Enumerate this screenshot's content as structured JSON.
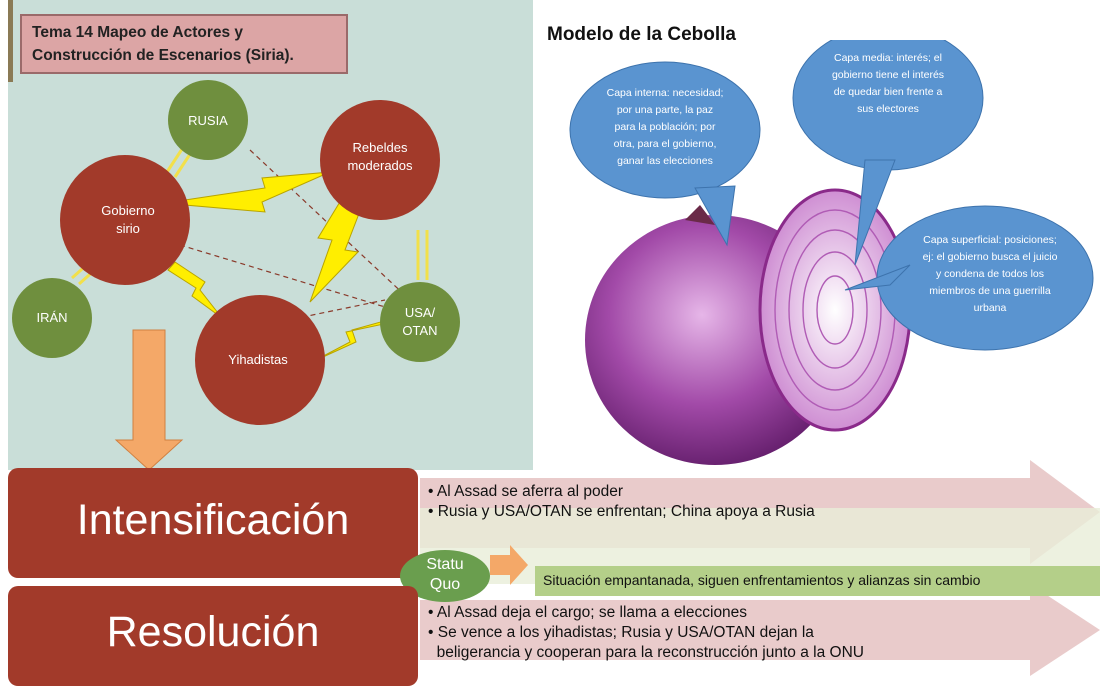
{
  "title": "Tema  14 Mapeo de  Actores y\nConstrucción  de Escenarios (Siria).",
  "actors": {
    "rusia": "RUSIA",
    "rebeldes": "Rebeldes\nmoderados",
    "gobierno": "Gobierno\nsirio",
    "iran": "IRÁN",
    "usa": "USA/\nOTAN",
    "yihadistas": "Yihadistas"
  },
  "onion": {
    "title": "Modelo de la Cebolla",
    "inner": "Capa interna: necesidad;\npor una parte, la paz\npara la población; por\notra, para el gobierno,\nganar las elecciones",
    "middle": "Capa media: interés; el\ngobierno tiene el interés\nde quedar bien frente a\nsus electores",
    "surface": "Capa superficial: posiciones;\nej: el gobierno busca el juicio\ny condena de todos los\nmiembros de una guerrilla\nurbana"
  },
  "scenarios": {
    "intensificacion": {
      "label": "Intensificación",
      "bullets": [
        "• Al Assad se aferra al poder",
        "• Rusia y USA/OTAN se enfrentan; China apoya a Rusia"
      ]
    },
    "statu_quo": {
      "label": "Statu\nQuo",
      "text": "Situación empantanada, siguen enfrentamientos y alianzas sin cambio"
    },
    "resolucion": {
      "label": "Resolución",
      "bullets": [
        "• Al Assad deja el cargo; se llama a elecciones",
        "• Se vence a los yihadistas; Rusia y USA/OTAN dejan la",
        "  beligerancia y cooperan para la reconstrucción junto a la ONU"
      ]
    }
  },
  "colors": {
    "actor_red": "#a23a2a",
    "ally_green": "#6f8f3e",
    "bubble_blue": "#5a94d0",
    "conflict_yellow": "#ffee00",
    "onion": "#a24aa8"
  }
}
